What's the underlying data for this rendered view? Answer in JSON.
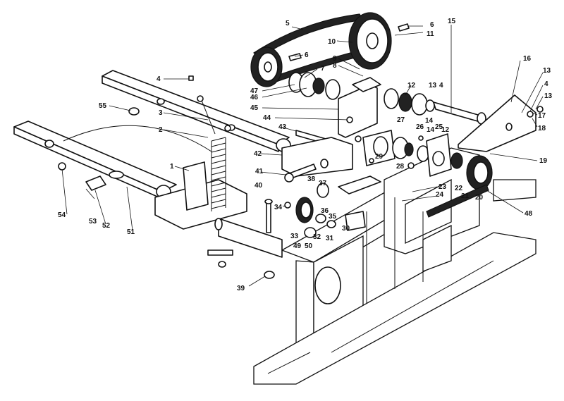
{
  "callouts": [
    {
      "label": "5"
    },
    {
      "label": "6"
    },
    {
      "label": "11"
    },
    {
      "label": "10"
    },
    {
      "label": "15"
    },
    {
      "label": "6"
    },
    {
      "label": "9"
    },
    {
      "label": "8"
    },
    {
      "label": "7"
    },
    {
      "label": "4"
    },
    {
      "label": "47"
    },
    {
      "label": "46"
    },
    {
      "label": "55"
    },
    {
      "label": "3"
    },
    {
      "label": "45"
    },
    {
      "label": "44"
    },
    {
      "label": "12"
    },
    {
      "label": "13"
    },
    {
      "label": "4"
    },
    {
      "label": "14"
    },
    {
      "label": "16"
    },
    {
      "label": "13"
    },
    {
      "label": "4"
    },
    {
      "label": "13"
    },
    {
      "label": "17"
    },
    {
      "label": "18"
    },
    {
      "label": "27"
    },
    {
      "label": "26"
    },
    {
      "label": "14"
    },
    {
      "label": "25"
    },
    {
      "label": "12"
    },
    {
      "label": "2"
    },
    {
      "label": "43"
    },
    {
      "label": "42"
    },
    {
      "label": "29"
    },
    {
      "label": "28"
    },
    {
      "label": "19"
    },
    {
      "label": "1"
    },
    {
      "label": "41"
    },
    {
      "label": "38"
    },
    {
      "label": "37"
    },
    {
      "label": "40"
    },
    {
      "label": "23"
    },
    {
      "label": "24"
    },
    {
      "label": "22"
    },
    {
      "label": "21"
    },
    {
      "label": "20"
    },
    {
      "label": "34"
    },
    {
      "label": "36"
    },
    {
      "label": "35"
    },
    {
      "label": "48"
    },
    {
      "label": "54"
    },
    {
      "label": "53"
    },
    {
      "label": "52"
    },
    {
      "label": "51"
    },
    {
      "label": "30"
    },
    {
      "label": "33"
    },
    {
      "label": "32"
    },
    {
      "label": "31"
    },
    {
      "label": "49"
    },
    {
      "label": "50"
    },
    {
      "label": "39"
    }
  ]
}
